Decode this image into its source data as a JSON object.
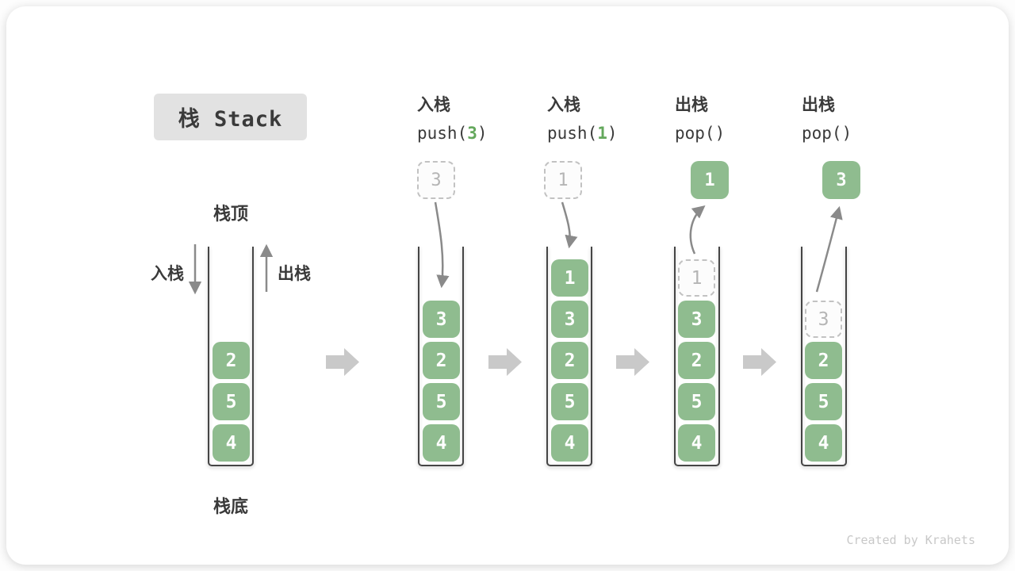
{
  "title": {
    "label": "栈 Stack"
  },
  "labels": {
    "top": "栈顶",
    "bottom": "栈底",
    "push_side": "入栈",
    "pop_side": "出栈"
  },
  "columns": [
    {
      "name": "initial",
      "stack": [
        "2",
        "5",
        "4"
      ]
    },
    {
      "name": "push-3",
      "header": {
        "op": "入栈",
        "code_pre": "push(",
        "code_arg": "3",
        "code_post": ")"
      },
      "float": "3",
      "float_style": "dashed",
      "stack": [
        "3",
        "2",
        "5",
        "4"
      ]
    },
    {
      "name": "push-1",
      "header": {
        "op": "入栈",
        "code_pre": "push(",
        "code_arg": "1",
        "code_post": ")"
      },
      "float": "1",
      "float_style": "dashed",
      "stack": [
        "1",
        "3",
        "2",
        "5",
        "4"
      ]
    },
    {
      "name": "pop-1",
      "header": {
        "op": "出栈",
        "code_pre": "pop(",
        "code_arg": "",
        "code_post": ")"
      },
      "float": "1",
      "float_style": "solid",
      "stack": [
        "1",
        "3",
        "2",
        "5",
        "4"
      ],
      "top_item_removed": true
    },
    {
      "name": "pop-3",
      "header": {
        "op": "出栈",
        "code_pre": "pop(",
        "code_arg": "",
        "code_post": ")"
      },
      "float": "3",
      "float_style": "solid",
      "stack": [
        "3",
        "2",
        "5",
        "4"
      ],
      "top_item_removed": true
    }
  ],
  "credit": "Created by Krahets",
  "colors": {
    "green": "#8fbc8f",
    "arg_green": "#64a85c",
    "dark_text": "#3a3a3a",
    "grey_arrow": "#8a8a8a",
    "block_arrow": "#c9c9c9",
    "badge_bg": "#e2e2e2",
    "ghost_border": "#c2c2c2",
    "ghost_text": "#b5b5b5",
    "ghost_bg": "#fcfcfc",
    "container_line": "#454545",
    "credit_text": "#c8c8c8"
  }
}
